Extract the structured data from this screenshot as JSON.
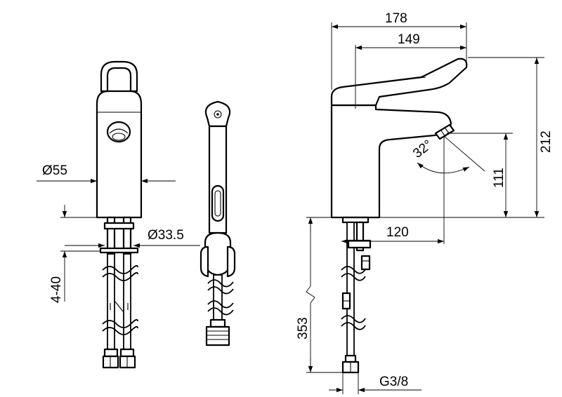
{
  "drawing": {
    "front_view": {
      "body_diameter": "Ø55",
      "connection_diameter": "Ø33.5",
      "deck_thickness_range": "4-40"
    },
    "side_view": {
      "overall_length": "178",
      "lever_reach": "149",
      "overall_height": "212",
      "spout_height": "111",
      "spout_reach": "120",
      "spout_angle": "32°",
      "hose_length": "353",
      "thread_size": "G3/8"
    }
  }
}
